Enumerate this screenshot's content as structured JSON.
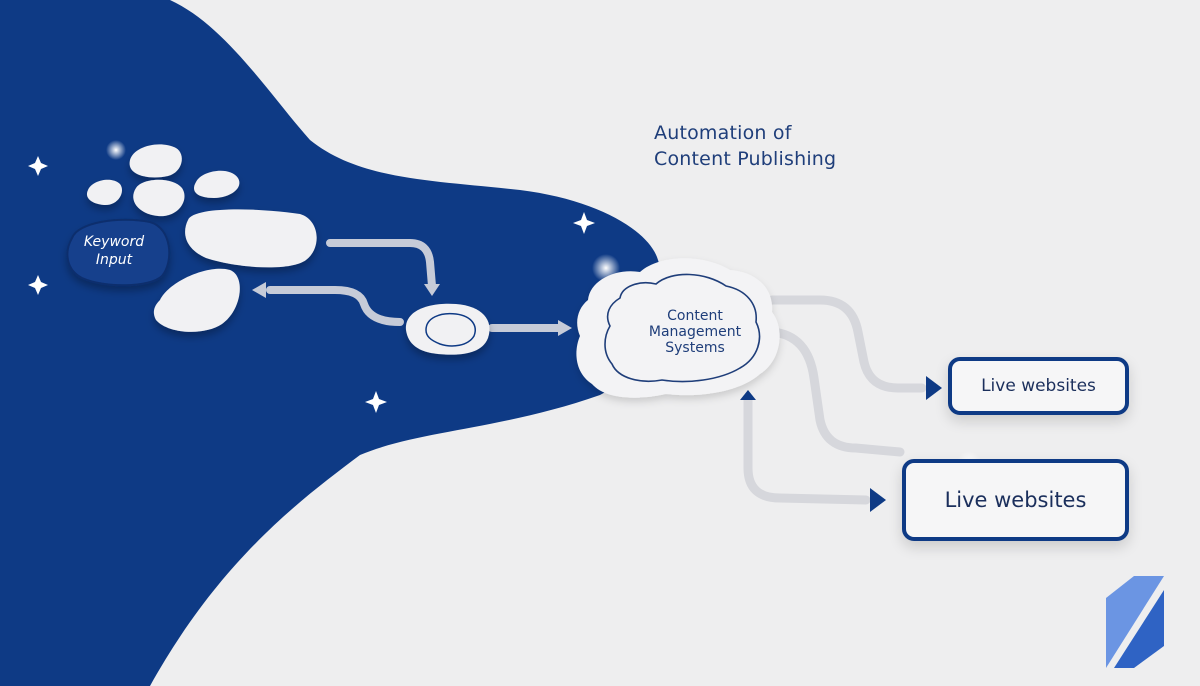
{
  "diagram": {
    "title_lines": [
      "Automation of",
      "Content Publishing"
    ],
    "input_node": {
      "label_lines": [
        "Keyword",
        "Input"
      ]
    },
    "cms_node": {
      "label_lines": [
        "Content",
        "Management",
        "Systems"
      ]
    },
    "outputs": [
      {
        "label": "Live websites"
      },
      {
        "label": "Live websites"
      }
    ]
  },
  "colors": {
    "navy": "#0e3a85",
    "background": "#eeeeef",
    "pebble": "#f1f1f3",
    "connector": "#d6d7dc",
    "text_dark": "#1f3e7a",
    "logo_light": "#5b8be0",
    "logo_dark": "#2d5fbf"
  },
  "icons": [
    "sparkle-icon",
    "arrow-right-icon",
    "arrow-left-icon",
    "arrow-up-icon",
    "logo-icon"
  ]
}
